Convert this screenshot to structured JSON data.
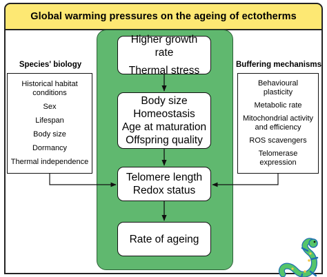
{
  "title": "Global warming pressures on the ageing of ectotherms",
  "central": {
    "box1": {
      "line1": "Higher growth rate",
      "line2": "Thermal stress"
    },
    "box2": [
      "Body size",
      "Homeostasis",
      "Age at maturation",
      "Offspring quality"
    ],
    "box3": [
      "Telomere length",
      "Redox status"
    ],
    "box4": "Rate of ageing"
  },
  "left": {
    "title": "Species' biology",
    "items": [
      "Historical habitat conditions",
      "Sex",
      "Lifespan",
      "Body size",
      "Dormancy",
      "Thermal independence"
    ]
  },
  "right": {
    "title": "Buffering mechanisms",
    "items": [
      "Behavioural plasticity",
      "Metabolic rate",
      "Mitochondrial activity and efficiency",
      "ROS scavengers",
      "Telomerase expression"
    ]
  },
  "colors": {
    "banner": "#fde873",
    "column": "#60b86f",
    "lizard_body": "#55c56a",
    "lizard_spots": "#f2c84a",
    "lizard_outline": "#1f6fb0"
  },
  "icons": [
    "lizard-icon"
  ]
}
